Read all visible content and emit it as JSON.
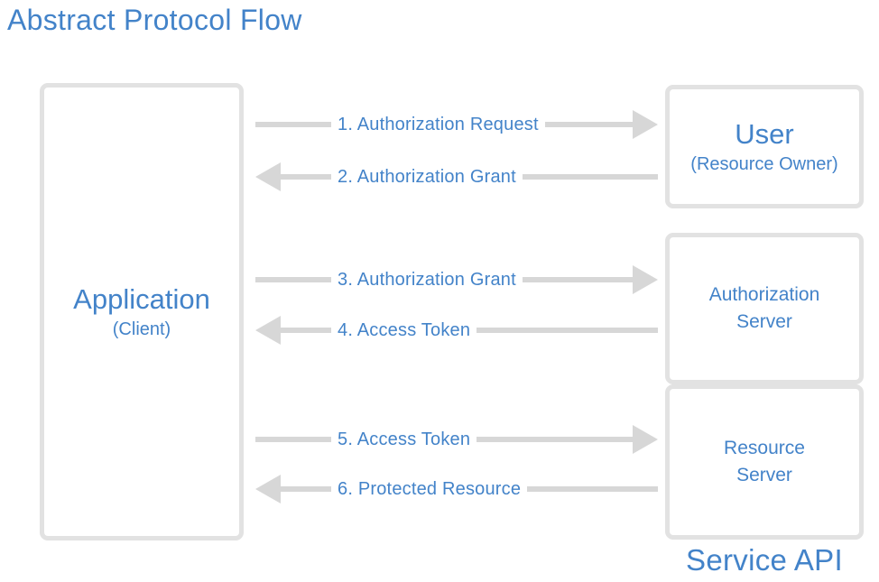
{
  "title": "Abstract Protocol Flow",
  "colors": {
    "accent_blue": "#4383c9",
    "box_border": "#e2e2e2",
    "arrow_gray": "#d7d7d7"
  },
  "nodes": {
    "application": {
      "label": "Application",
      "sublabel": "(Client)"
    },
    "user": {
      "label": "User",
      "sublabel": "(Resource Owner)"
    },
    "authorization_server": {
      "label": "Authorization Server"
    },
    "resource_server": {
      "label": "Resource Server"
    },
    "service_api": {
      "label": "Service API"
    }
  },
  "flows": [
    {
      "step": "1. Authorization Request",
      "direction": "right",
      "from": "application",
      "to": "user"
    },
    {
      "step": "2. Authorization Grant",
      "direction": "left",
      "from": "user",
      "to": "application"
    },
    {
      "step": "3. Authorization Grant",
      "direction": "right",
      "from": "application",
      "to": "authorization_server"
    },
    {
      "step": "4. Access Token",
      "direction": "left",
      "from": "authorization_server",
      "to": "application"
    },
    {
      "step": "5. Access Token",
      "direction": "right",
      "from": "application",
      "to": "resource_server"
    },
    {
      "step": "6. Protected Resource",
      "direction": "left",
      "from": "resource_server",
      "to": "application"
    }
  ]
}
